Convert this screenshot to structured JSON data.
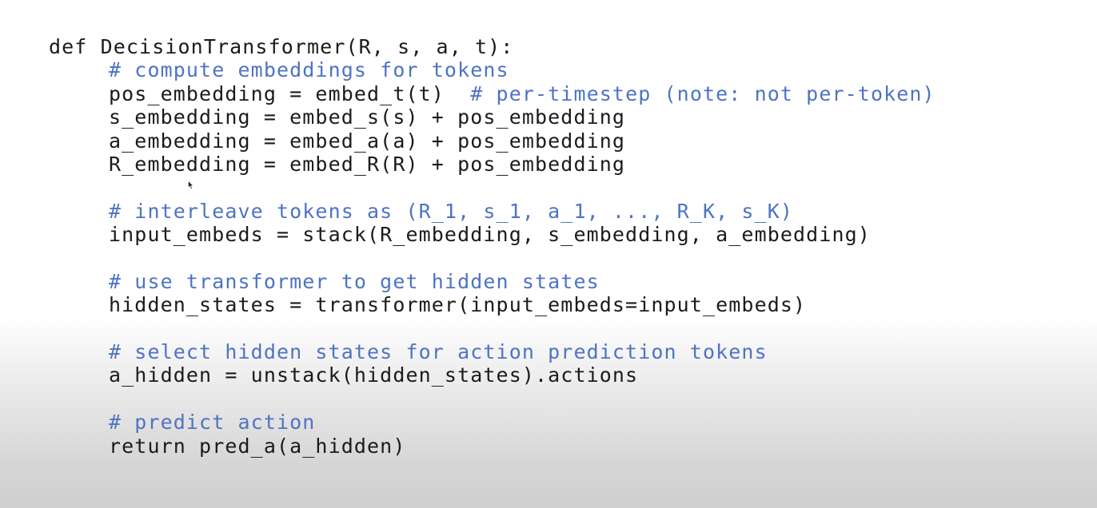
{
  "code": {
    "signature": "def DecisionTransformer(R, s, a, t):",
    "lines": [
      {
        "code": "",
        "comment": "# compute embeddings for tokens"
      },
      {
        "code": "pos_embedding = embed_t(t)  ",
        "comment": "# per-timestep (note: not per-token)"
      },
      {
        "code": "s_embedding = embed_s(s) + pos_embedding",
        "comment": ""
      },
      {
        "code": "a_embedding = embed_a(a) + pos_embedding",
        "comment": ""
      },
      {
        "code": "R_embedding = embed_R(R) + pos_embedding",
        "comment": ""
      },
      {
        "code": "",
        "comment": ""
      },
      {
        "code": "",
        "comment": "# interleave tokens as (R_1, s_1, a_1, ..., R_K, s_K)"
      },
      {
        "code": "input_embeds = stack(R_embedding, s_embedding, a_embedding)",
        "comment": ""
      },
      {
        "code": "",
        "comment": ""
      },
      {
        "code": "",
        "comment": "# use transformer to get hidden states"
      },
      {
        "code": "hidden_states = transformer(input_embeds=input_embeds)",
        "comment": ""
      },
      {
        "code": "",
        "comment": ""
      },
      {
        "code": "",
        "comment": "# select hidden states for action prediction tokens"
      },
      {
        "code": "a_hidden = unstack(hidden_states).actions",
        "comment": ""
      },
      {
        "code": "",
        "comment": ""
      },
      {
        "code": "",
        "comment": "# predict action"
      },
      {
        "code": "return pred_a(a_hidden)",
        "comment": ""
      }
    ]
  },
  "colors": {
    "code_text": "#1b1b1b",
    "comment_text": "#4f73c4"
  },
  "icons": {
    "cursor": "mouse-pointer-icon"
  }
}
